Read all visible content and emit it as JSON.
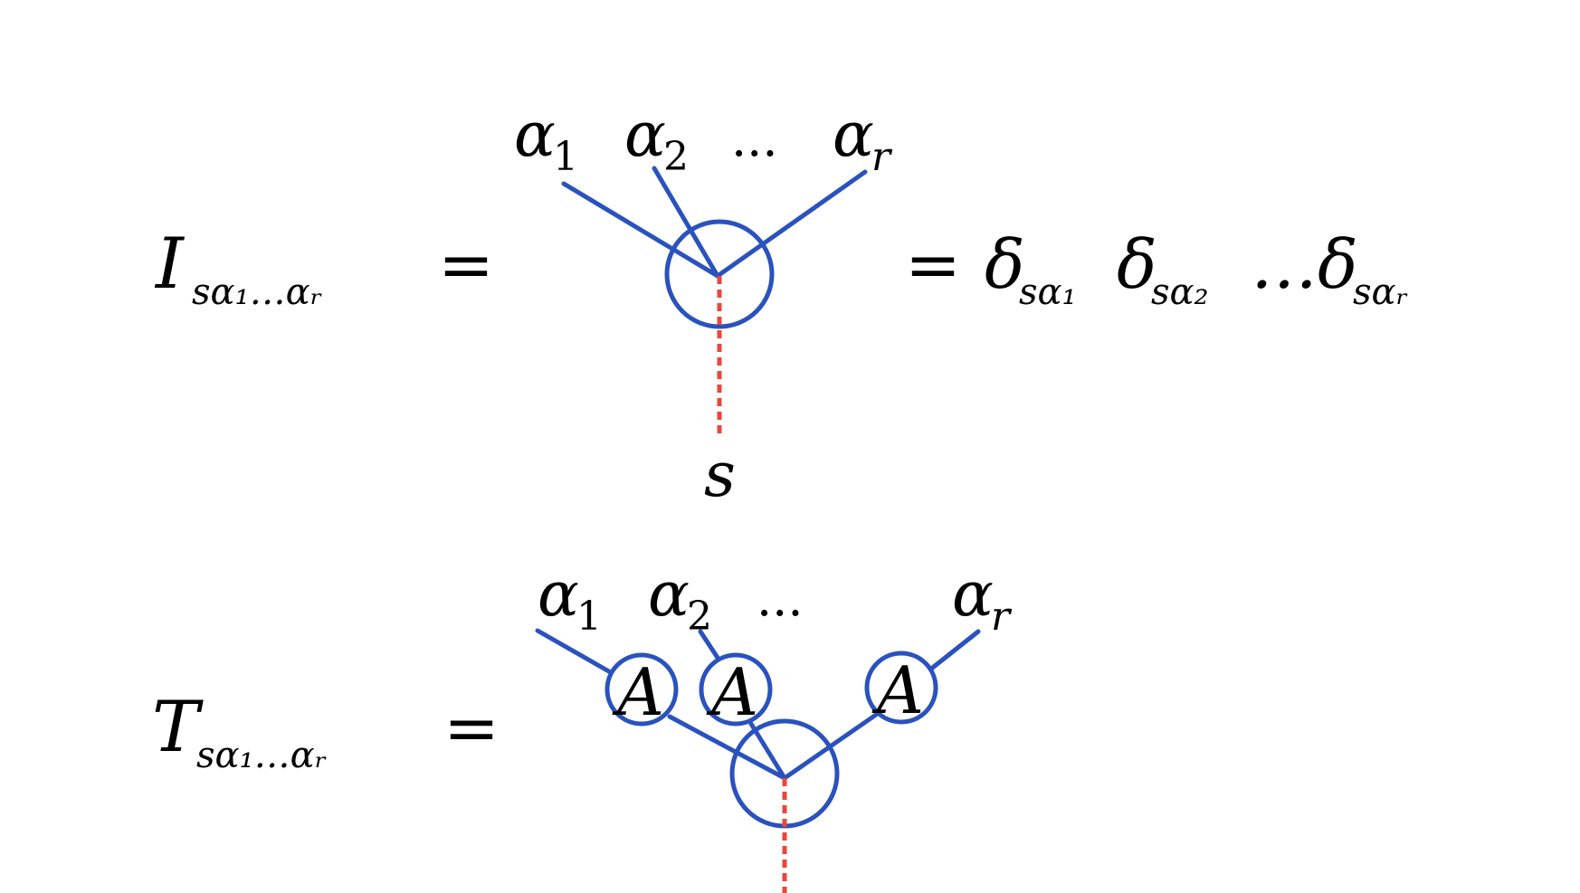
{
  "colors": {
    "wire": "#2a52be",
    "physical_leg": "#e8473b",
    "text": "#000000"
  },
  "eq1": {
    "lhs_symbol": "I",
    "lhs_subscript": "sα₁…αᵣ",
    "equals": "=",
    "top_labels": {
      "a1": "α",
      "a1_sub": "1",
      "a2": "α",
      "a2_sub": "2",
      "dots": "...",
      "ar": "α",
      "ar_sub": "r"
    },
    "bottom_label": "s",
    "rhs_equals": "=",
    "rhs_terms": [
      {
        "sym": "δ",
        "sub": "sα₁"
      },
      {
        "sym": "δ",
        "sub": "sα₂"
      },
      {
        "sym": "…δ",
        "sub": "sαᵣ"
      }
    ]
  },
  "eq2": {
    "lhs_symbol": "T",
    "lhs_subscript": "sα₁…αᵣ",
    "equals": "=",
    "top_labels": {
      "a1": "α",
      "a1_sub": "1",
      "a2": "α",
      "a2_sub": "2",
      "dots": "...",
      "ar": "α",
      "ar_sub": "r"
    },
    "node_label": "A"
  }
}
